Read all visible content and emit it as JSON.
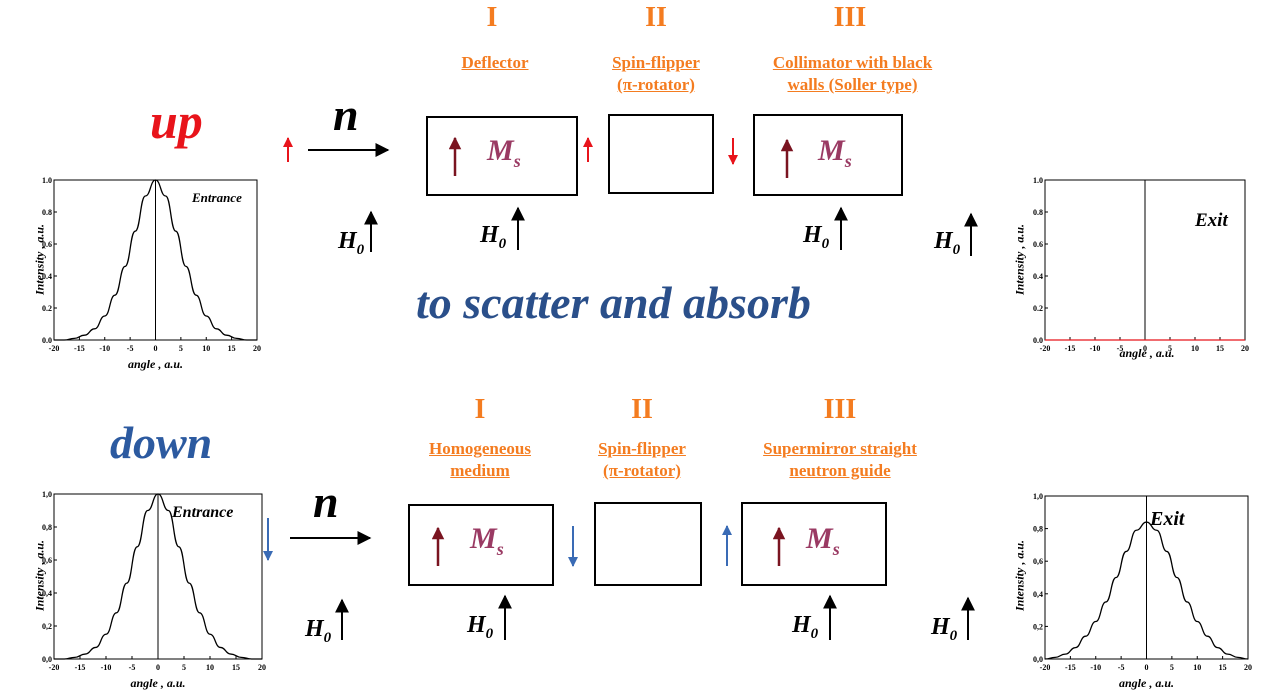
{
  "rows": [
    {
      "label": "up",
      "label_color": "#e8141b",
      "neutron": "n",
      "field": "H",
      "field_sub": "0",
      "ms": "M",
      "ms_sub": "s",
      "stages": [
        {
          "numeral": "I",
          "lines": [
            "Deflector"
          ]
        },
        {
          "numeral": "II",
          "lines": [
            "Spin-flipper",
            "(π-rotator)"
          ]
        },
        {
          "numeral": "III",
          "lines": [
            "Collimator with black",
            "walls (Soller type)"
          ]
        }
      ],
      "spin_arrows": [
        "up",
        "up",
        "down"
      ],
      "spin_color": "#e8141b",
      "entrance": {
        "label": "Entrance",
        "xlabel": "angle , a.u.",
        "ylabel": "Intensity , a.u."
      },
      "exit": {
        "label": "Exit",
        "xlabel": "angle , a.u.",
        "ylabel": "Intensity , a.u."
      }
    },
    {
      "label": "down",
      "label_color": "#2c5aa0",
      "neutron": "n",
      "field": "H",
      "field_sub": "0",
      "ms": "M",
      "ms_sub": "s",
      "stages": [
        {
          "numeral": "I",
          "lines": [
            "Homogeneous",
            "medium"
          ]
        },
        {
          "numeral": "II",
          "lines": [
            "Spin-flipper",
            "(π-rotator)"
          ]
        },
        {
          "numeral": "III",
          "lines": [
            "Supermirror straight",
            "neutron guide"
          ]
        }
      ],
      "spin_arrows": [
        "down",
        "down",
        "up"
      ],
      "spin_color": "#3a6bb5",
      "entrance": {
        "label": "Entrance",
        "xlabel": "angle , a.u.",
        "ylabel": "Intensity , a.u."
      },
      "exit": {
        "label": "Exit",
        "xlabel": "angle , a.u.",
        "ylabel": "Intensity , a.u."
      }
    }
  ],
  "middle_text": "to scatter and absorb",
  "middle_color": "#2a4f8a",
  "chart_data": [
    {
      "type": "line",
      "name": "up-entrance",
      "x": [
        -20,
        -18,
        -16,
        -14,
        -12,
        -10,
        -8,
        -6,
        -4,
        -2,
        0,
        2,
        4,
        6,
        8,
        10,
        12,
        14,
        16,
        18,
        20
      ],
      "y": [
        0.0,
        0.0,
        0.01,
        0.03,
        0.07,
        0.15,
        0.28,
        0.46,
        0.68,
        0.9,
        1.0,
        0.9,
        0.68,
        0.46,
        0.28,
        0.15,
        0.07,
        0.03,
        0.01,
        0.0,
        0.0
      ],
      "xlim": [
        -20,
        20
      ],
      "ylim": [
        0,
        1.0
      ],
      "xticks": [
        -20,
        -15,
        -10,
        -5,
        0,
        5,
        10,
        15,
        20
      ],
      "yticks": [
        0.0,
        0.2,
        0.4,
        0.6,
        0.8,
        1.0
      ],
      "ytick_labels": [
        "0.0",
        "0.2",
        "0.4",
        "0.6",
        "0.8",
        "1.0"
      ],
      "line_color": "#000000"
    },
    {
      "type": "line",
      "name": "up-exit",
      "x": [
        -20,
        -15,
        -10,
        -5,
        0,
        5,
        10,
        15,
        20
      ],
      "y": [
        0,
        0,
        0,
        0,
        0,
        0,
        0,
        0,
        0
      ],
      "xlim": [
        -20,
        20
      ],
      "ylim": [
        0,
        1.0
      ],
      "xticks": [
        -20,
        -15,
        -10,
        -5,
        0,
        5,
        10,
        15,
        20
      ],
      "yticks": [
        0.0,
        0.2,
        0.4,
        0.6,
        0.8,
        1.0
      ],
      "ytick_labels": [
        "0.0",
        "0.2",
        "0.4",
        "0.6",
        "0.8",
        "1.0"
      ],
      "line_color": "#e8141b"
    },
    {
      "type": "line",
      "name": "down-entrance",
      "x": [
        -20,
        -18,
        -16,
        -14,
        -12,
        -10,
        -8,
        -6,
        -4,
        -2,
        0,
        2,
        4,
        6,
        8,
        10,
        12,
        14,
        16,
        18,
        20
      ],
      "y": [
        0.0,
        0.0,
        0.01,
        0.03,
        0.07,
        0.15,
        0.28,
        0.46,
        0.68,
        0.9,
        1.0,
        0.9,
        0.68,
        0.46,
        0.28,
        0.15,
        0.07,
        0.03,
        0.01,
        0.0,
        0.0
      ],
      "xlim": [
        -20,
        20
      ],
      "ylim": [
        0,
        1.0
      ],
      "xticks": [
        -20,
        -15,
        -10,
        -5,
        0,
        5,
        10,
        15,
        20
      ],
      "yticks": [
        0.0,
        0.2,
        0.4,
        0.6,
        0.8,
        1.0
      ],
      "ytick_labels": [
        "0,0",
        "0,2",
        "0,4",
        "0,6",
        "0,8",
        "1,0"
      ],
      "line_color": "#000000"
    },
    {
      "type": "line",
      "name": "down-exit",
      "x": [
        -20,
        -18,
        -16,
        -14,
        -12,
        -10,
        -8,
        -6,
        -4,
        -2,
        0,
        2,
        4,
        6,
        8,
        10,
        12,
        14,
        16,
        18,
        20
      ],
      "y": [
        0.0,
        0.01,
        0.03,
        0.07,
        0.14,
        0.23,
        0.35,
        0.5,
        0.66,
        0.79,
        0.84,
        0.79,
        0.66,
        0.5,
        0.35,
        0.23,
        0.14,
        0.07,
        0.03,
        0.01,
        0.0
      ],
      "xlim": [
        -20,
        20
      ],
      "ylim": [
        0,
        1.0
      ],
      "xticks": [
        -20,
        -15,
        -10,
        -5,
        0,
        5,
        10,
        15,
        20
      ],
      "yticks": [
        0.0,
        0.2,
        0.4,
        0.6,
        0.8,
        1.0
      ],
      "ytick_labels": [
        "0,0",
        "0,2",
        "0,4",
        "0,6",
        "0,8",
        "1,0"
      ],
      "line_color": "#000000"
    }
  ]
}
